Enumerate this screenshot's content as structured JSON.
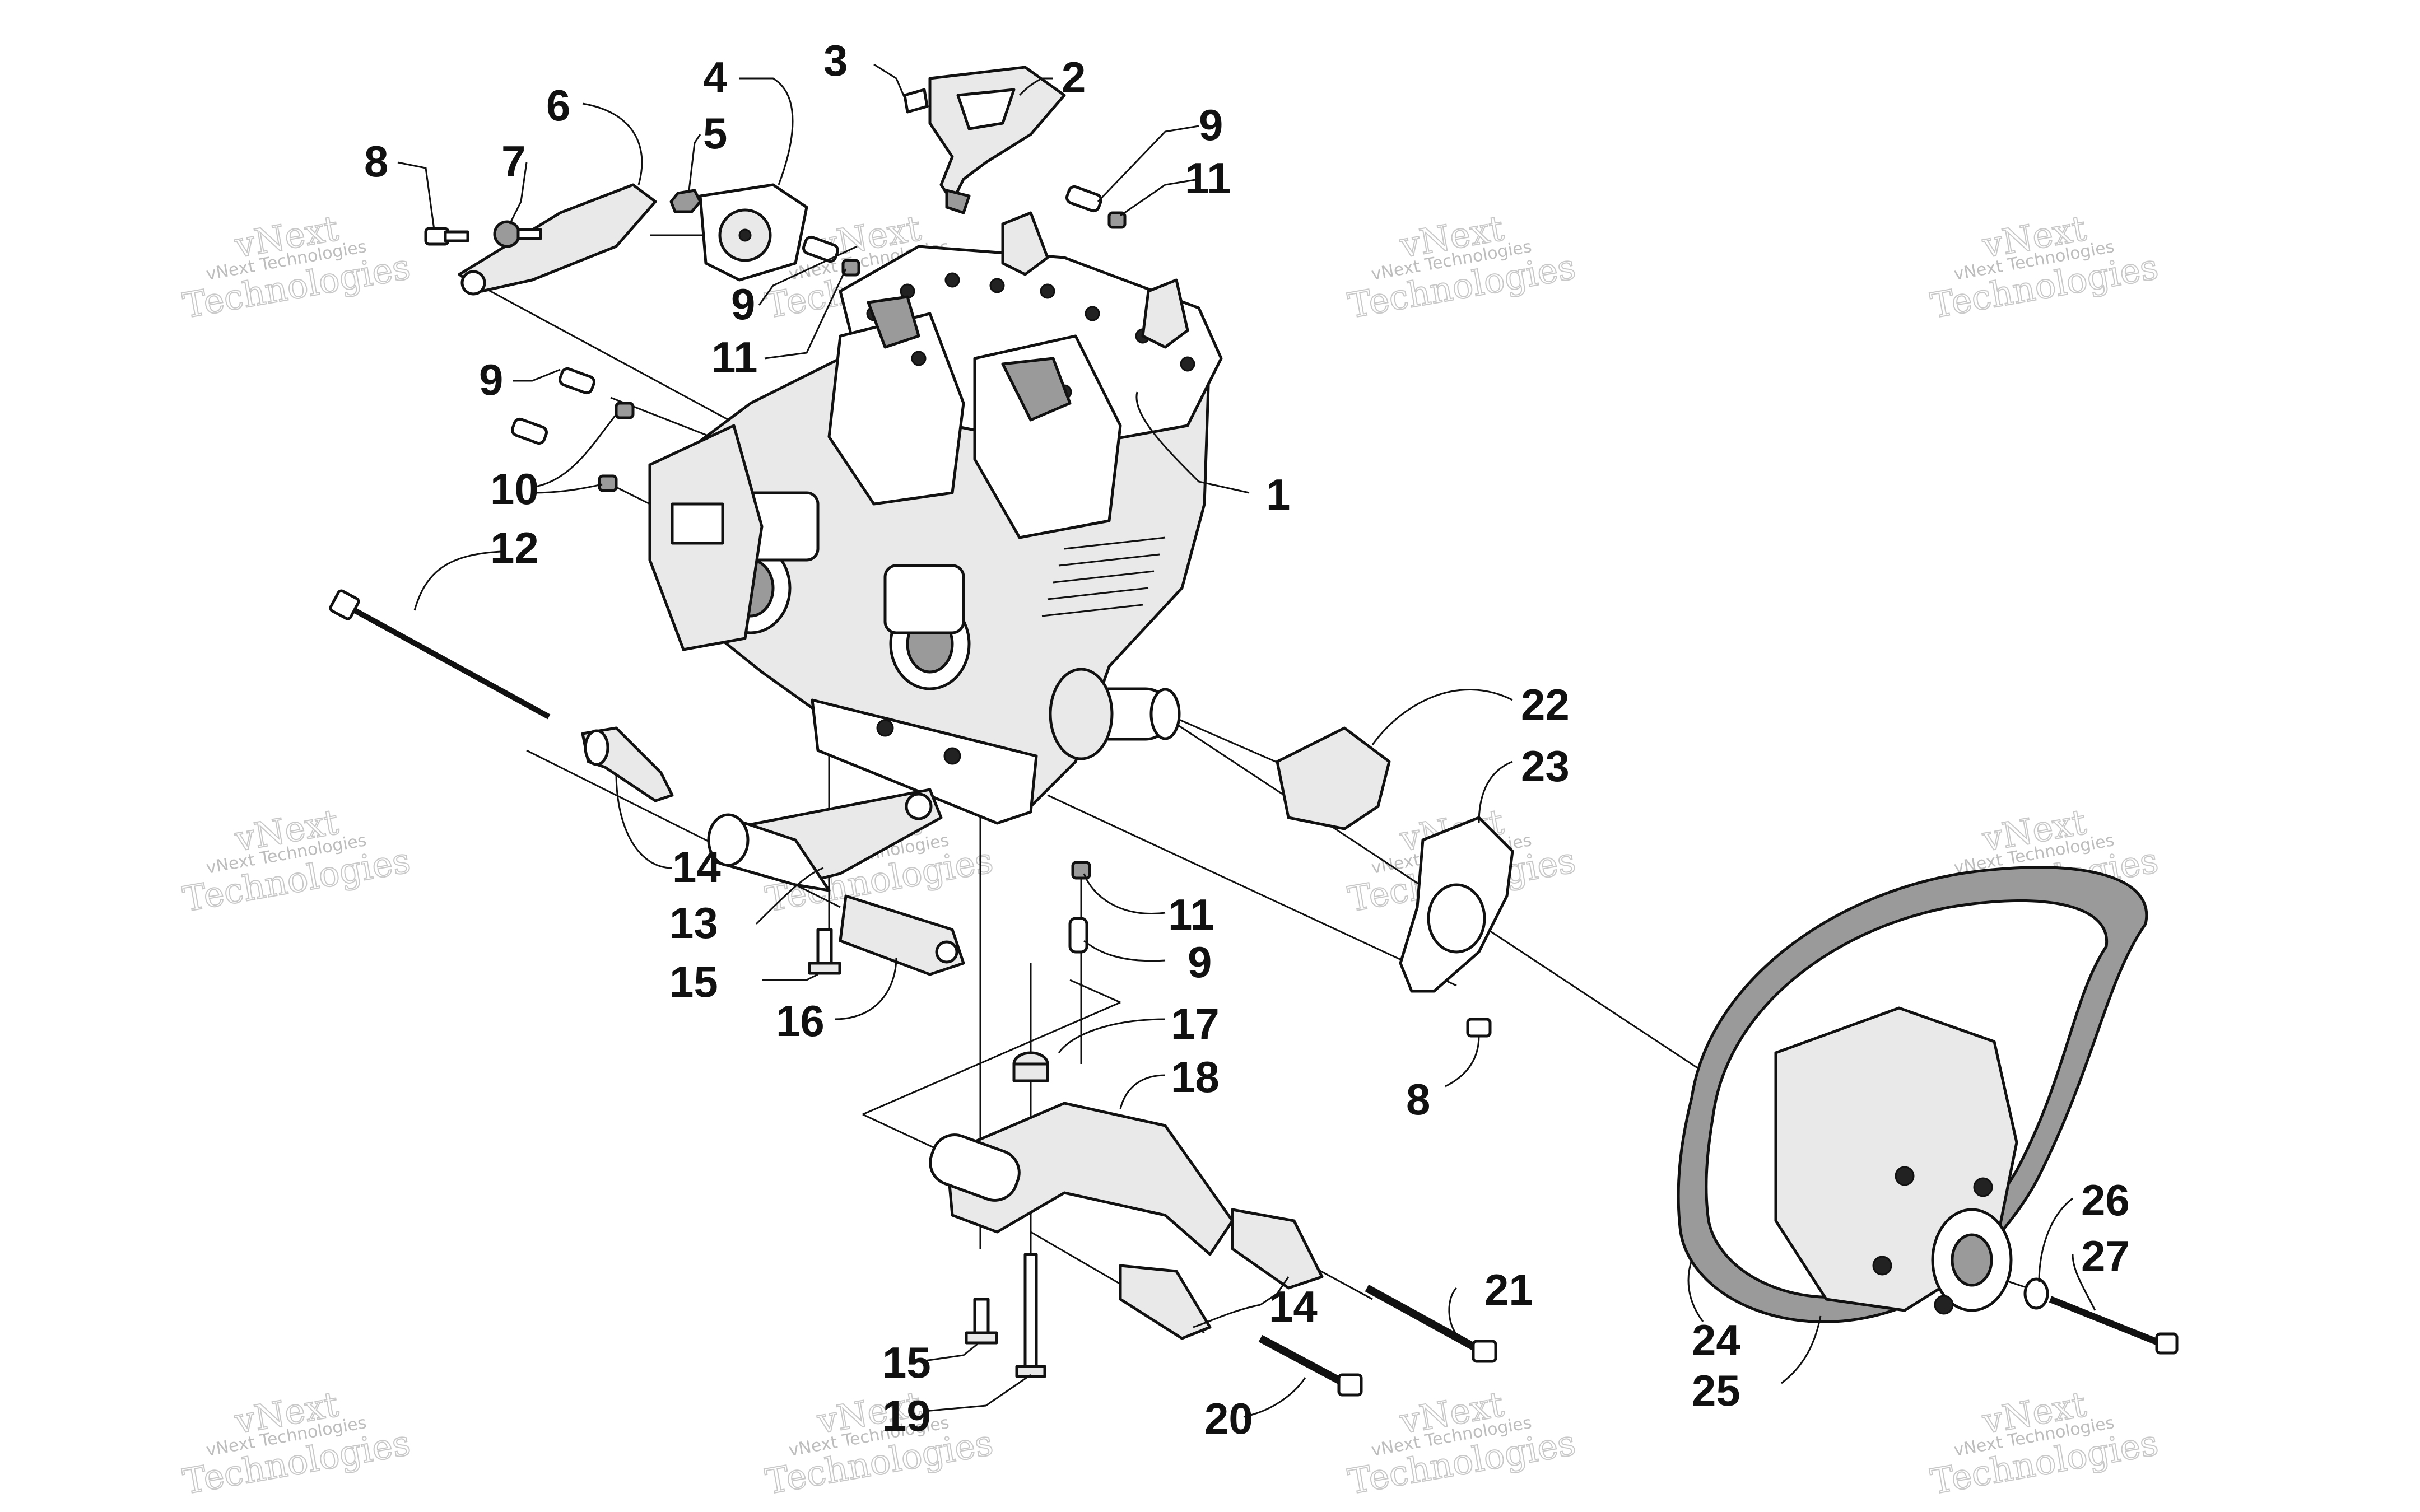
{
  "callouts": [
    {
      "id": "c1",
      "number": "1"
    },
    {
      "id": "c2",
      "number": "2"
    },
    {
      "id": "c3",
      "number": "3"
    },
    {
      "id": "c4",
      "number": "4"
    },
    {
      "id": "c5",
      "number": "5"
    },
    {
      "id": "c6",
      "number": "6"
    },
    {
      "id": "c7",
      "number": "7"
    },
    {
      "id": "c8a",
      "number": "8"
    },
    {
      "id": "c8b",
      "number": "8"
    },
    {
      "id": "c9a",
      "number": "9"
    },
    {
      "id": "c9b",
      "number": "9"
    },
    {
      "id": "c9c",
      "number": "9"
    },
    {
      "id": "c9d",
      "number": "9"
    },
    {
      "id": "c10",
      "number": "10"
    },
    {
      "id": "c11a",
      "number": "11"
    },
    {
      "id": "c11b",
      "number": "11"
    },
    {
      "id": "c11c",
      "number": "11"
    },
    {
      "id": "c12",
      "number": "12"
    },
    {
      "id": "c13",
      "number": "13"
    },
    {
      "id": "c14a",
      "number": "14"
    },
    {
      "id": "c14b",
      "number": "14"
    },
    {
      "id": "c15a",
      "number": "15"
    },
    {
      "id": "c15b",
      "number": "15"
    },
    {
      "id": "c16",
      "number": "16"
    },
    {
      "id": "c17",
      "number": "17"
    },
    {
      "id": "c18",
      "number": "18"
    },
    {
      "id": "c19",
      "number": "19"
    },
    {
      "id": "c20",
      "number": "20"
    },
    {
      "id": "c21",
      "number": "21"
    },
    {
      "id": "c22",
      "number": "22"
    },
    {
      "id": "c23",
      "number": "23"
    },
    {
      "id": "c24",
      "number": "24"
    },
    {
      "id": "c25",
      "number": "25"
    },
    {
      "id": "c26",
      "number": "26"
    },
    {
      "id": "c27",
      "number": "27"
    }
  ],
  "watermark": {
    "line1": "vNext Technologies",
    "line2": "vNext",
    "line3": "Technologies"
  }
}
